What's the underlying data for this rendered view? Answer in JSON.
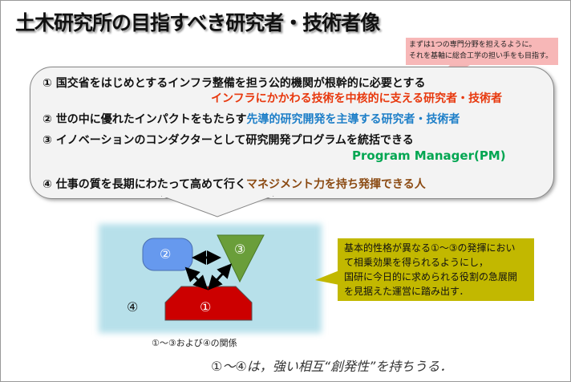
{
  "title": "土木研究所の目指すべき研究者・技術者像",
  "note": {
    "line1": "まずは1つの専門分野を担えるように。",
    "line2": "それを基軸に総合工学の担い手をも目指す。"
  },
  "items": {
    "i1a": "① 国交省をはじめとするインフラ整備を担う公的機関が根幹的に必要とする",
    "i1b": "インフラにかかわる技術を中核的に支える研究者・技術者",
    "i2a": "② 世の中に優れたインパクトをもたらす",
    "i2b": "先導的研究開発を主導する研究者・技術者",
    "i3a": "③ イノベーションのコンダクターとして研究開発プログラムを統括できる",
    "i3b": "Program Manager(PM)",
    "i4a": "④ 仕事の質を長期にわたって高めて行く",
    "i4b": "マネジメント力を持ち発揮できる人"
  },
  "diagram": {
    "n1": "①",
    "n2": "②",
    "n3": "③",
    "n4": "④",
    "caption": "①～③および④の関係"
  },
  "explain": {
    "l1": "基本的性格が異なる①～③の発揮におい",
    "l2": "て相乗効果を得られるようにし，",
    "l3": "国研に今日的に求められる役割の急展開",
    "l4": "を見据えた運営に踏み出す．"
  },
  "bottom": "①～④は，強い相互“創発性”を持ちうる．",
  "colors": {
    "red": "#e8380d",
    "blue": "#1e7fc8",
    "green": "#00a651",
    "brown": "#8b4a12",
    "olive": "#c2b800"
  }
}
